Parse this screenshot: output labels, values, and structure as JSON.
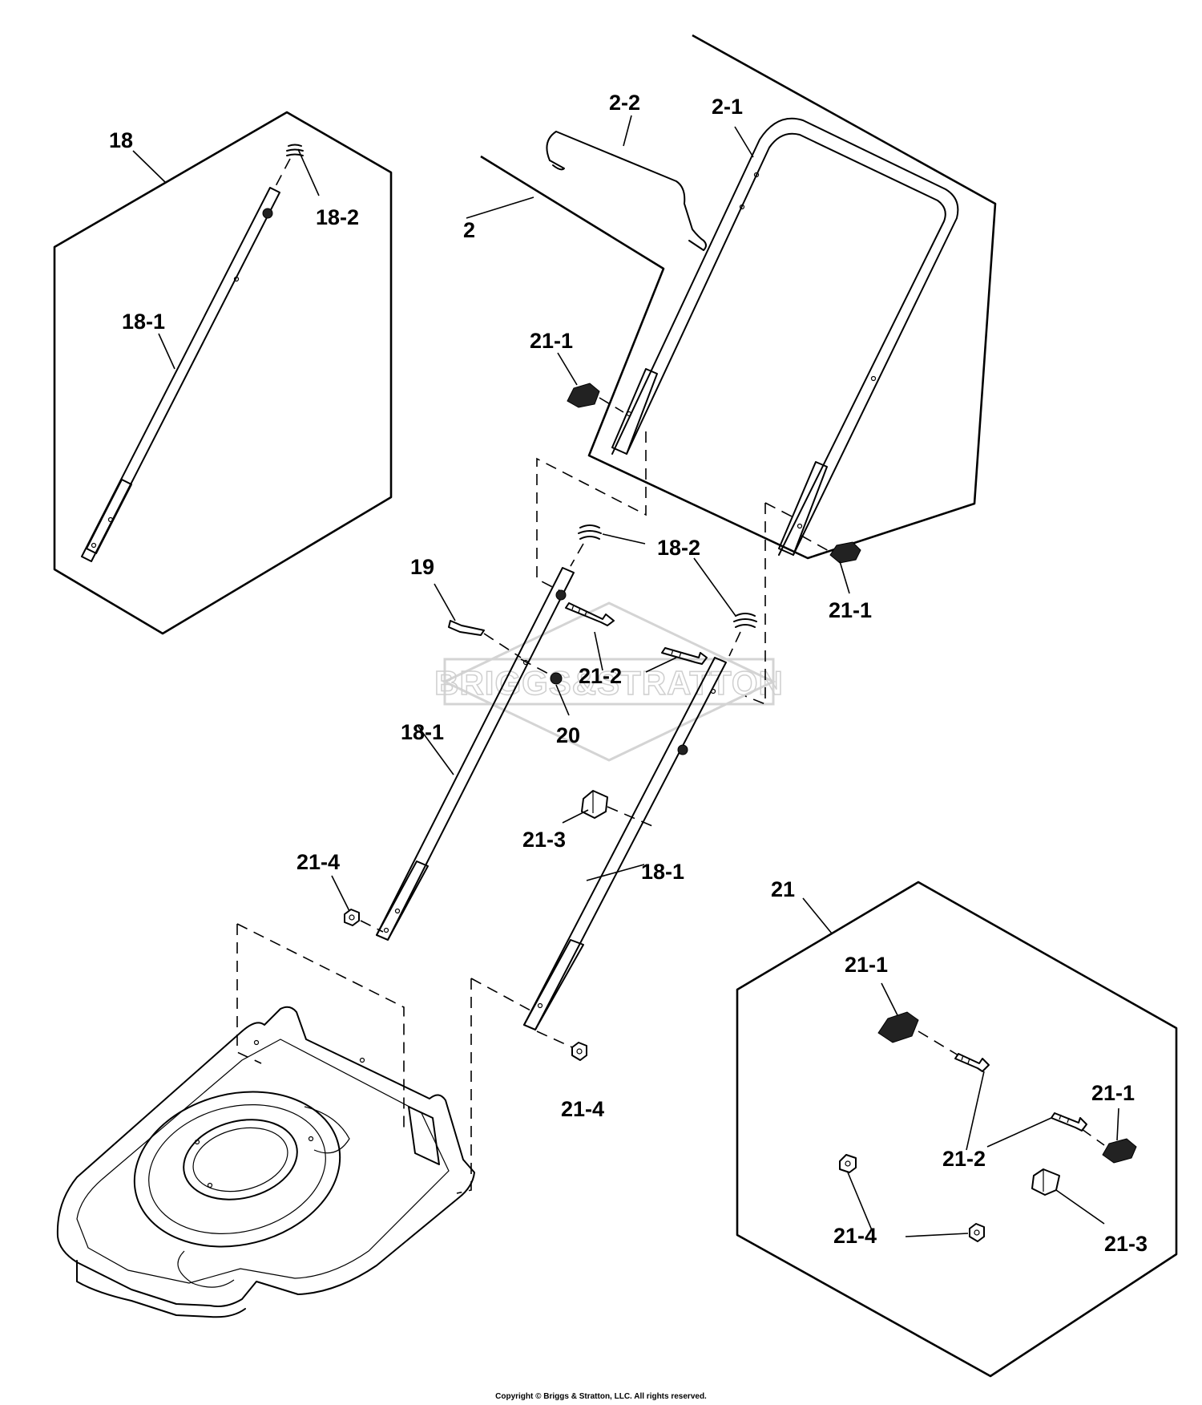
{
  "labels": {
    "l18": "18",
    "l18_2_kit": "18-2",
    "l18_1_kit": "18-1",
    "l2": "2",
    "l2_1": "2-1",
    "l2_2": "2-2",
    "l21_1_left": "21-1",
    "l21_1_right": "21-1",
    "l18_2_mid": "18-2",
    "l19": "19",
    "l21_2_mid": "21-2",
    "l20": "20",
    "l18_1_left": "18-1",
    "l21_3_mid": "21-3",
    "l21_4_left": "21-4",
    "l18_1_right": "18-1",
    "l21_4_bottom": "21-4",
    "l21": "21",
    "l21_1_kit_a": "21-1",
    "l21_1_kit_b": "21-1",
    "l21_2_kit": "21-2",
    "l21_4_kit": "21-4",
    "l21_3_kit": "21-3"
  },
  "watermark": "BRIGGS&STRATTON",
  "copyright": "Copyright © Briggs & Stratton, LLC. All rights reserved."
}
